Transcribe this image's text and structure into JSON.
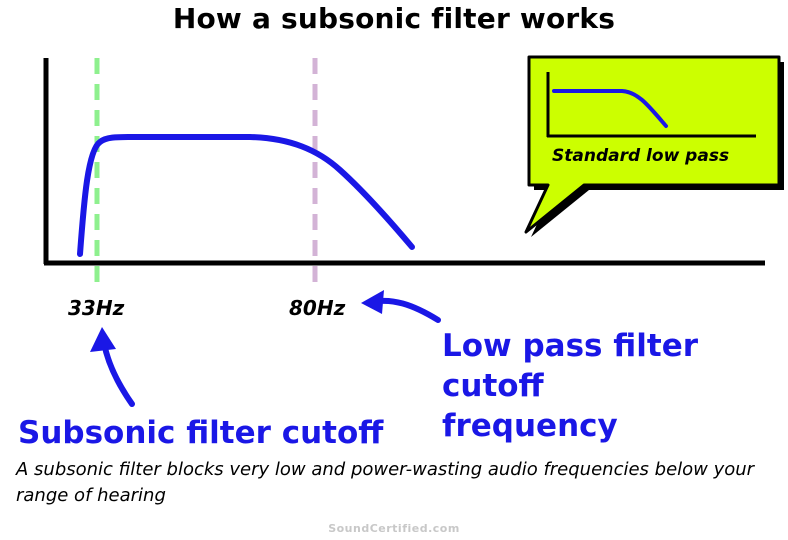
{
  "title": "How a subsonic filter works",
  "markers": {
    "subsonic_freq": "33Hz",
    "lowpass_freq": "80Hz"
  },
  "labels": {
    "subsonic_cutoff": "Subsonic filter cutoff",
    "lowpass_cutoff_line1": "Low pass filter cutoff",
    "lowpass_cutoff_line2": "frequency"
  },
  "callout": {
    "text": "Standard low pass"
  },
  "caption": "A subsonic filter blocks very low and power-wasting audio frequencies below your range of hearing",
  "watermark": "SoundCertified.com",
  "colors": {
    "curve": "#1a17e6",
    "subsonic_marker": "#8ef08e",
    "lowpass_marker": "#d3b3d6",
    "callout_fill": "#ccff00",
    "label_text": "#1a17e6"
  }
}
